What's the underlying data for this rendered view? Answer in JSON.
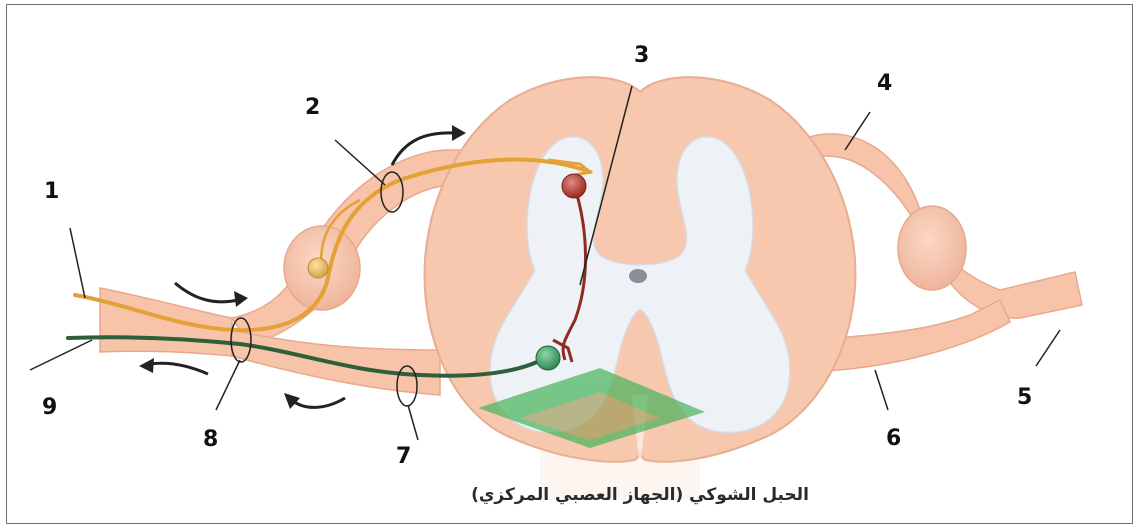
{
  "caption": "الحبل الشوكي (الجهاز العصبي المركزي)",
  "labels": {
    "l1": "1",
    "l2": "2",
    "l3": "3",
    "l4": "4",
    "l5": "5",
    "l6": "6",
    "l7": "7",
    "l8": "8",
    "l9": "9"
  },
  "colors": {
    "cord_tissue": "#f7c9ae",
    "gray_matter": "#eef1f5",
    "sensory_neuron": "#e4a135",
    "motor_neuron": "#2e5e3a",
    "interneuron": "#8e2b22",
    "watermark": "#3fae4a"
  }
}
